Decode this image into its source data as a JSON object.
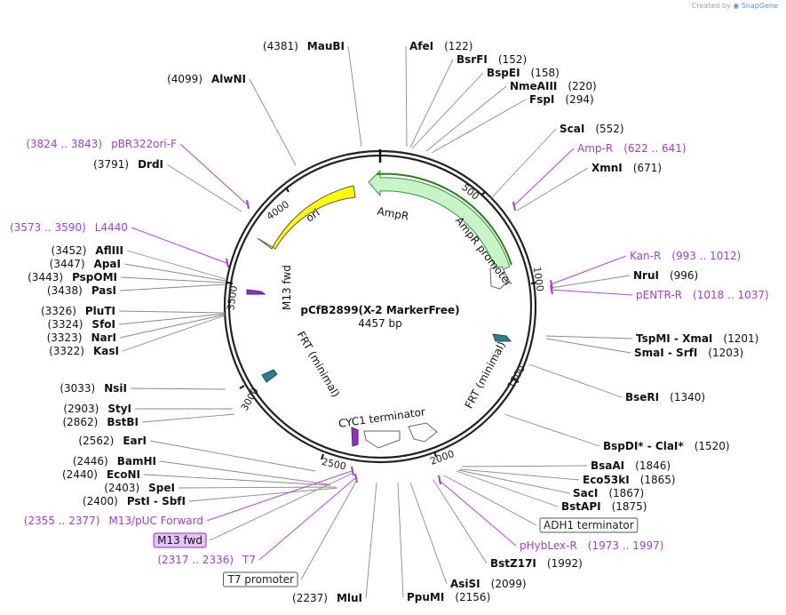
{
  "plasmid": {
    "name": "pCfB2899(X-2 MarkerFree)",
    "length": "4457 bp"
  },
  "credit": {
    "text": "Created by",
    "logo": "SnapGene"
  },
  "ticks": [
    "500",
    "1000",
    "1500",
    "2000",
    "2500",
    "3000",
    "3500",
    "4000"
  ],
  "features": [
    {
      "name": "AmpR",
      "color": "#c8f5c8"
    },
    {
      "name": "AmpR promoter",
      "color": "#ffffff"
    },
    {
      "name": "ori",
      "color": "#ffff00"
    },
    {
      "name": "FRT (minimal)",
      "color": "#317b8f"
    },
    {
      "name": "FRT (minimal)",
      "color": "#317b8f"
    },
    {
      "name": "M13 fwd",
      "color": "#8b32c7"
    },
    {
      "name": "CYC1 terminator",
      "color": "#ffffff"
    }
  ],
  "site_labels": [
    {
      "name": "MauBI",
      "pos": "(4381)"
    },
    {
      "name": "AfeI",
      "pos": "(122)"
    },
    {
      "name": "BsrFI",
      "pos": "(152)"
    },
    {
      "name": "BspEI",
      "pos": "(158)"
    },
    {
      "name": "NmeAIII",
      "pos": "(220)"
    },
    {
      "name": "FspI",
      "pos": "(294)"
    },
    {
      "name": "ScaI",
      "pos": "(552)"
    },
    {
      "name": "Amp-R",
      "pos": "(622 .. 641)",
      "primer": true
    },
    {
      "name": "XmnI",
      "pos": "(671)"
    },
    {
      "name": "AlwNI",
      "pos": "(4099)"
    },
    {
      "name": "pBR322ori-F",
      "pos": "(3824 .. 3843)",
      "primer": true
    },
    {
      "name": "DrdI",
      "pos": "(3791)"
    },
    {
      "name": "L4440",
      "pos": "(3573 .. 3590)",
      "primer": true
    },
    {
      "name": "Kan-R",
      "pos": "(993 .. 1012)",
      "primer": true
    },
    {
      "name": "NruI",
      "pos": "(996)"
    },
    {
      "name": "pENTR-R",
      "pos": "(1018 .. 1037)",
      "primer": true
    },
    {
      "name": "AflIII",
      "pos": "(3452)"
    },
    {
      "name": "ApaI",
      "pos": "(3447)"
    },
    {
      "name": "PspOMI",
      "pos": "(3443)"
    },
    {
      "name": "PasI",
      "pos": "(3438)"
    },
    {
      "name": "PluTI",
      "pos": "(3326)"
    },
    {
      "name": "SfoI",
      "pos": "(3324)"
    },
    {
      "name": "NarI",
      "pos": "(3323)"
    },
    {
      "name": "KasI",
      "pos": "(3322)"
    },
    {
      "name": "TspMI - XmaI",
      "pos": "(1201)"
    },
    {
      "name": "SmaI - SrfI",
      "pos": "(1203)"
    },
    {
      "name": "NsiI",
      "pos": "(3033)"
    },
    {
      "name": "BseRI",
      "pos": "(1340)"
    },
    {
      "name": "StyI",
      "pos": "(2903)"
    },
    {
      "name": "BstBI",
      "pos": "(2862)"
    },
    {
      "name": "EarI",
      "pos": "(2562)"
    },
    {
      "name": "BspDI* - ClaI*",
      "pos": "(1520)"
    },
    {
      "name": "BamHI",
      "pos": "(2446)"
    },
    {
      "name": "EcoNI",
      "pos": "(2440)"
    },
    {
      "name": "SpeI",
      "pos": "(2403)"
    },
    {
      "name": "PstI - SbfI",
      "pos": "(2400)"
    },
    {
      "name": "BsaAI",
      "pos": "(1846)"
    },
    {
      "name": "Eco53kI",
      "pos": "(1865)"
    },
    {
      "name": "SacI",
      "pos": "(1867)"
    },
    {
      "name": "BstAPI",
      "pos": "(1875)"
    },
    {
      "name": "ADH1 terminator",
      "pos": "",
      "boxed": true
    },
    {
      "name": "M13/pUC Forward",
      "pos": "(2355 .. 2377)",
      "primer": true
    },
    {
      "name": "M13 fwd",
      "pos": "",
      "boxed": true,
      "purple": true
    },
    {
      "name": "pHybLex-R",
      "pos": "(1973 .. 1997)",
      "primer": true
    },
    {
      "name": "T7",
      "pos": "(2317 .. 2336)",
      "primer": true
    },
    {
      "name": "BstZ17I",
      "pos": "(1992)"
    },
    {
      "name": "T7 promoter",
      "pos": "",
      "boxed": true
    },
    {
      "name": "AsiSI",
      "pos": "(2099)"
    },
    {
      "name": "MluI",
      "pos": "(2237)"
    },
    {
      "name": "PpuMI",
      "pos": "(2156)"
    }
  ]
}
